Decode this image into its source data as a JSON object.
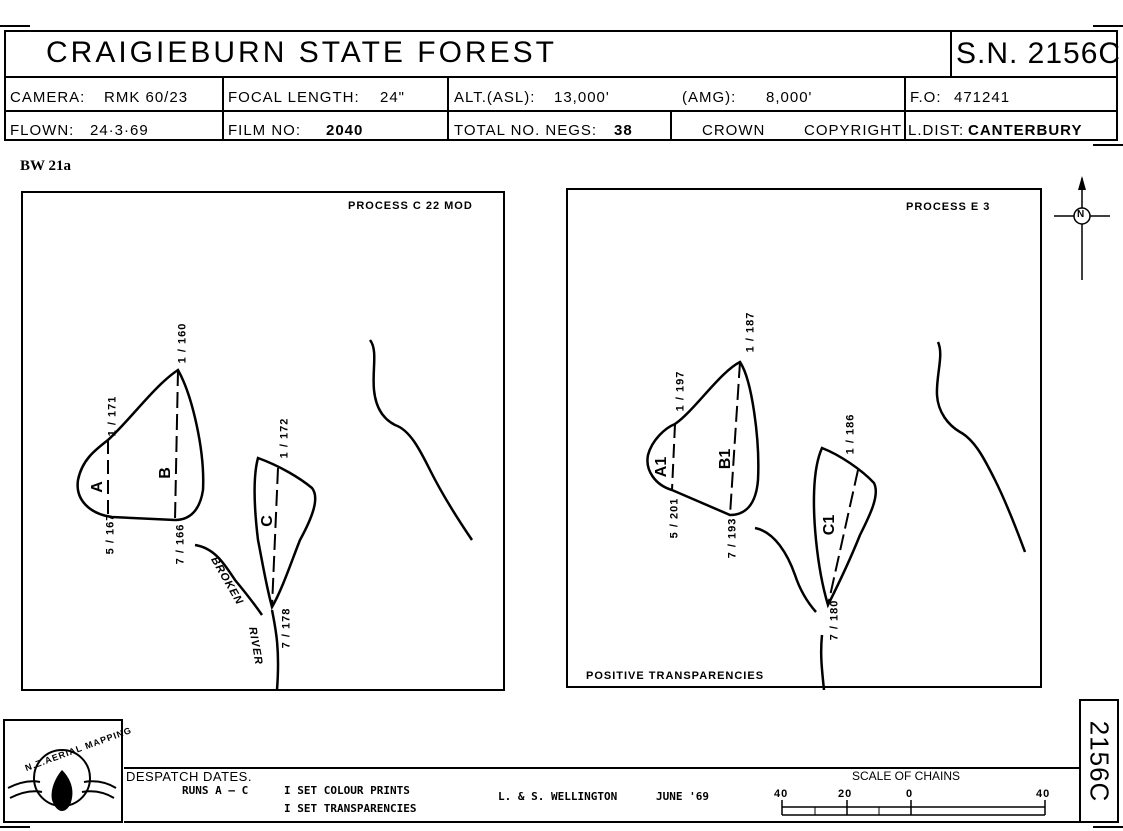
{
  "header": {
    "title": "CRAIGIEBURN   STATE   FOREST",
    "sn": "S.N. 2156C",
    "camera_label": "CAMERA:",
    "camera_value": "RMK 60/23",
    "focal_label": "FOCAL LENGTH:",
    "focal_value": "24\"",
    "alt_label": "ALT.(ASL):",
    "alt_value": "13,000'",
    "amg_label": "(AMG):",
    "amg_value": "8,000'",
    "fo_label": "F.O:",
    "fo_value": "471241",
    "flown_label": "FLOWN:",
    "flown_value": "24·3·69",
    "film_label": "FILM NO:",
    "film_value": "2040",
    "negs_label": "TOTAL NO. NEGS:",
    "negs_value": "38",
    "crown": "CROWN",
    "copyright": "COPYRIGHT",
    "ldist_label": "L.DIST:",
    "ldist_value": "CANTERBURY"
  },
  "bw_label": "BW 21a",
  "left_map": {
    "process": "PROCESS   C 22 MOD",
    "river_label_1": "BROKEN",
    "river_label_2": "RIVER",
    "runs": [
      {
        "letter": "A",
        "top_top": "1",
        "top_bottom": "171",
        "bot_top": "5",
        "bot_bottom": "167"
      },
      {
        "letter": "B",
        "top_top": "1",
        "top_bottom": "160",
        "bot_top": "7",
        "bot_bottom": "166"
      },
      {
        "letter": "C",
        "top_top": "1",
        "top_bottom": "172",
        "bot_top": "7",
        "bot_bottom": "178"
      }
    ]
  },
  "right_map": {
    "process": "PROCESS   E 3",
    "footer": "POSITIVE    TRANSPARENCIES",
    "runs": [
      {
        "letter": "A1",
        "top_top": "1",
        "top_bottom": "197",
        "bot_top": "5",
        "bot_bottom": "201"
      },
      {
        "letter": "B1",
        "top_top": "1",
        "top_bottom": "187",
        "bot_top": "7",
        "bot_bottom": "193"
      },
      {
        "letter": "C1",
        "top_top": "1",
        "top_bottom": "186",
        "bot_top": "7",
        "bot_bottom": "180"
      }
    ]
  },
  "north_label": "N",
  "footer": {
    "logo_text": "N.Z.AERIAL MAPPING",
    "despatch": "DESPATCH DATES.",
    "runs": "RUNS  A – C",
    "set1": "I  SET  COLOUR  PRINTS",
    "set2": "I  SET  TRANSPARENCIES",
    "ls": "L. & S.  WELLINGTON",
    "date": "JUNE '69",
    "scale_title": "SCALE  OF  CHAINS",
    "scale_ticks": [
      "40",
      "20",
      "0",
      "40"
    ],
    "side_sn": "2156C"
  }
}
